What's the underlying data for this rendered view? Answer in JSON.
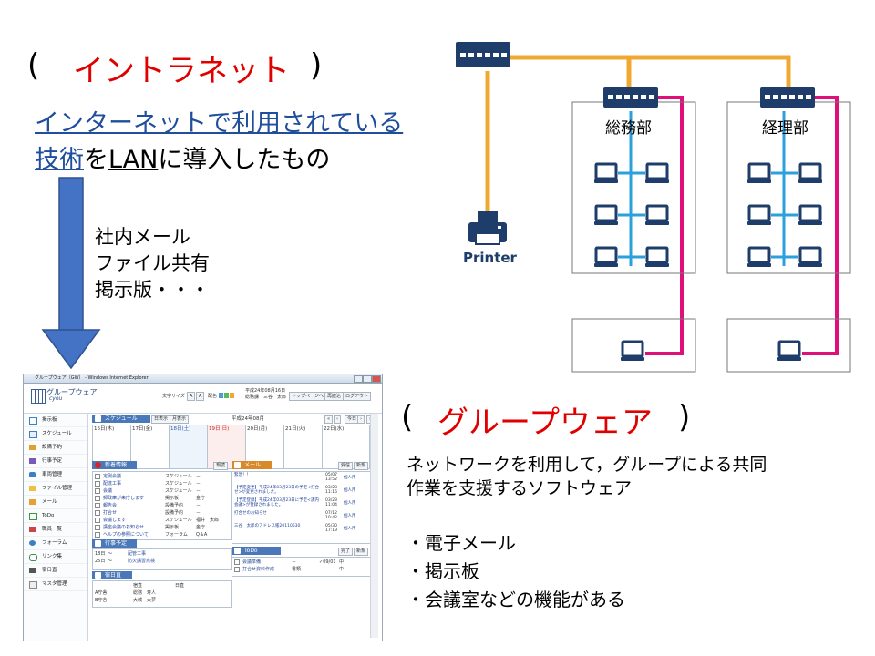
{
  "intranet": {
    "paren_open": "(",
    "title": "イントラネット",
    "paren_close": ")",
    "definition_line1": "インターネットで利用されている",
    "definition_line2_a": "技術",
    "definition_line2_b": "を",
    "definition_line2_c": "LAN",
    "definition_line2_d": "に導入したもの",
    "features": [
      "社内メール",
      "ファイル共有",
      "掲示版・・・"
    ]
  },
  "network": {
    "dept1": "総務部",
    "dept2": "経理部",
    "printer": "Printer"
  },
  "groupware": {
    "paren_open": "(",
    "title": "グループウェア",
    "paren_close": ")",
    "desc_line1": "ネットワークを利用して，グループによる共同",
    "desc_line2": "作業を支援するソフトウェア",
    "features": [
      "・電子メール",
      "・掲示板",
      "・会議室などの機能がある"
    ]
  },
  "screenshot": {
    "window_title": "グループウェア（GW） - Windows Internet Explorer",
    "logo_title": "グループウェア",
    "logo_sub": "cyou",
    "font_size_label": "文字サイズ",
    "font_a_small": "A",
    "font_a_large": "A",
    "color_label": "配色",
    "date_line1": "平成24年08月16日",
    "date_line2": "総務課　三谷　太郎",
    "btn_top": "トップページへ",
    "btn_reload": "再読込",
    "btn_logout": "ログアウト",
    "sidebar": [
      "掲示板",
      "スケジュール",
      "設備予約",
      "行事予定",
      "車両管理",
      "ファイル管理",
      "メール",
      "ToDo",
      "職員一覧",
      "フォーラム",
      "リンク集",
      "宿日直",
      "マスタ管理"
    ],
    "schedule": {
      "title": "スケジュール",
      "btn_day": "日表示",
      "btn_month": "月表示",
      "month": "平成24年08月",
      "btn_today": "今日",
      "days": [
        "16日(木)",
        "17日(金)",
        "18日(土)",
        "19日(日)",
        "20日(月)",
        "21日(火)",
        "22日(水)"
      ]
    },
    "news": {
      "title": "新着情報",
      "btn": "規読",
      "rows": [
        [
          "定例会議",
          "スケジュール",
          "－"
        ],
        [
          "配達工事",
          "スケジュール",
          "－"
        ],
        [
          "会議",
          "スケジュール",
          "－"
        ],
        [
          "郵政庫が来庁します",
          "掲示板",
          "金庁"
        ],
        [
          "報告会",
          "設備予約",
          "－"
        ],
        [
          "打合せ",
          "設備予約",
          "－"
        ],
        [
          "会議します",
          "スケジュール",
          "福井　太郎"
        ],
        [
          "講座会議のお知らせ",
          "掲示板",
          "金庁"
        ],
        [
          "ヘルプの参照について",
          "フォーラム",
          "Q＆A"
        ]
      ]
    },
    "mail": {
      "title": "メール",
      "btn_receive": "受信",
      "btn_new": "新規",
      "rows": [
        [
          "緊急！！",
          "05/07 13:52",
          "個人用"
        ],
        [
          "【予定変更】平成24年03月23日の予定<打合せ>が変更されました。",
          "03/23 11:16",
          "個人用"
        ],
        [
          "【予定登録】平成24年03月23日に予定<課内会議>が登録されました。",
          "03/23 11:04",
          "個人用"
        ],
        [
          "打合せのお知らせ",
          "07/12 10:42",
          "個人用"
        ],
        [
          "三谷　太郎のアドレス帳20110530",
          "05/30 17:19",
          "個人用"
        ]
      ]
    },
    "events": {
      "title": "行事予定",
      "rows": [
        [
          "18日",
          "～",
          "配管工事"
        ],
        [
          "25日",
          "～",
          "防火講習点検"
        ]
      ]
    },
    "todo": {
      "title": "ToDo",
      "btn_done": "完了",
      "btn_new": "新規",
      "rows": [
        [
          "会議準備",
          "－",
          "✓09/01",
          "中"
        ],
        [
          "打合せ資料作成",
          "書類",
          "",
          "中"
        ]
      ]
    },
    "duty": {
      "title": "宿日直",
      "col1": "宿直",
      "col2": "日直",
      "rows": [
        [
          "A庁舎",
          "総務　寿人",
          ""
        ],
        [
          "B庁舎",
          "大城　大夢",
          ""
        ]
      ]
    }
  }
}
